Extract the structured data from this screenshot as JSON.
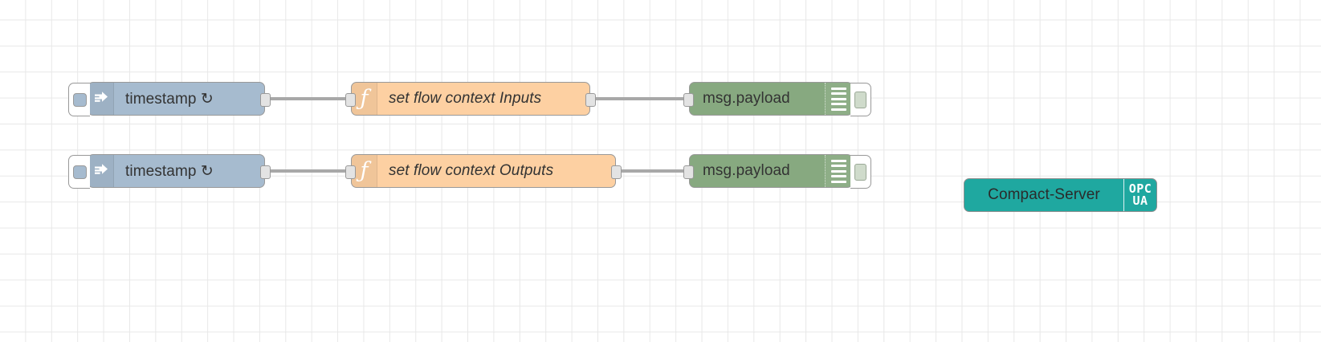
{
  "editor": {
    "name": "node-red-flow-canvas",
    "background_color": "#ffffff",
    "grid_color": "#e8e8e8",
    "grid_size": 32
  },
  "palette": {
    "inject_color": "#a6bbcf",
    "function_color": "#fdd0a2",
    "debug_color": "#87a980",
    "opcua_color": "#1fa8a0",
    "wire_color": "#a8a8a8",
    "port_color": "#e3e3e3",
    "node_border_color": "#999999"
  },
  "flows": [
    {
      "row": "inputs-row",
      "inject": {
        "label": "timestamp ↻",
        "icon": "inject-arrow-icon",
        "button": "inject-trigger-button",
        "output_port": "inject-output-port"
      },
      "function": {
        "label": "set flow context Inputs",
        "icon": "function-f-icon",
        "input_port": "function-input-port",
        "output_port": "function-output-port"
      },
      "debug": {
        "label": "msg.payload",
        "icon": "debug-lines-icon",
        "toggle": "debug-enable-toggle",
        "input_port": "debug-input-port"
      },
      "wires": [
        "wire-inject-to-function",
        "wire-function-to-debug"
      ]
    },
    {
      "row": "outputs-row",
      "inject": {
        "label": "timestamp ↻",
        "icon": "inject-arrow-icon",
        "button": "inject-trigger-button",
        "output_port": "inject-output-port"
      },
      "function": {
        "label": "set flow context Outputs",
        "icon": "function-f-icon",
        "input_port": "function-input-port",
        "output_port": "function-output-port"
      },
      "debug": {
        "label": "msg.payload",
        "icon": "debug-lines-icon",
        "toggle": "debug-enable-toggle",
        "input_port": "debug-input-port"
      },
      "wires": [
        "wire-inject-to-function",
        "wire-function-to-debug"
      ]
    }
  ],
  "config_nodes": [
    {
      "name": "opcua-compact-server-node",
      "label": "Compact-Server",
      "badge_top": "OPC",
      "badge_bottom": "UA"
    }
  ]
}
